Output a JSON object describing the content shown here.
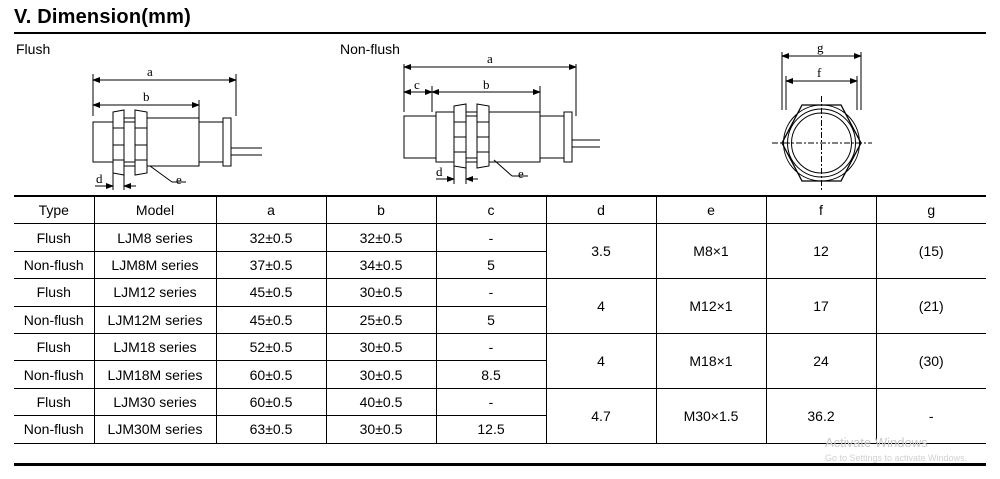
{
  "section_title": "V. Dimension(mm)",
  "drawings": {
    "flush_label": "Flush",
    "nonflush_label": "Non-flush",
    "dim_labels": {
      "a": "a",
      "b": "b",
      "c": "c",
      "d": "d",
      "e": "e",
      "f": "f",
      "g": "g"
    }
  },
  "table": {
    "headers": [
      "Type",
      "Model",
      "a",
      "b",
      "c",
      "d",
      "e",
      "f",
      "g"
    ],
    "rows": [
      {
        "type": "Flush",
        "model": "LJM8 series",
        "a": "32±0.5",
        "b": "32±0.5",
        "c": "-"
      },
      {
        "type": "Non-flush",
        "model": "LJM8M series",
        "a": "37±0.5",
        "b": "34±0.5",
        "c": "5"
      },
      {
        "type": "Flush",
        "model": "LJM12 series",
        "a": "45±0.5",
        "b": "30±0.5",
        "c": "-"
      },
      {
        "type": "Non-flush",
        "model": "LJM12M series",
        "a": "45±0.5",
        "b": "25±0.5",
        "c": "5"
      },
      {
        "type": "Flush",
        "model": "LJM18 series",
        "a": "52±0.5",
        "b": "30±0.5",
        "c": "-"
      },
      {
        "type": "Non-flush",
        "model": "LJM18M series",
        "a": "60±0.5",
        "b": "30±0.5",
        "c": "8.5"
      },
      {
        "type": "Flush",
        "model": "LJM30 series",
        "a": "60±0.5",
        "b": "40±0.5",
        "c": "-"
      },
      {
        "type": "Non-flush",
        "model": "LJM30M series",
        "a": "63±0.5",
        "b": "30±0.5",
        "c": "12.5"
      }
    ],
    "groups": [
      {
        "d": "3.5",
        "e": "M8×1",
        "f": "12",
        "g": "(15)"
      },
      {
        "d": "4",
        "e": "M12×1",
        "f": "17",
        "g": "(21)"
      },
      {
        "d": "4",
        "e": "M18×1",
        "f": "24",
        "g": "(30)"
      },
      {
        "d": "4.7",
        "e": "M30×1.5",
        "f": "36.2",
        "g": "-"
      }
    ]
  },
  "watermark": {
    "line1": "Activate Windows",
    "line2": "Go to Settings to activate Windows."
  }
}
